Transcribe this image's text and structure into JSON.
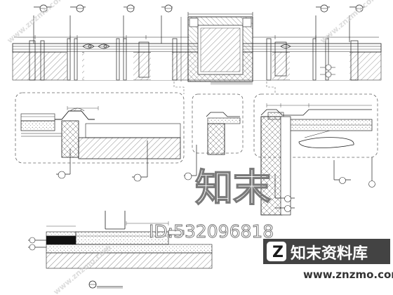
{
  "watermark": {
    "big_text": "知末",
    "id_text": "ID:532096818",
    "brand_text": "知末资料库",
    "url_text": "www.znzmo.com",
    "diag_text": "www.znzmo.com",
    "logo_letters": "Z"
  },
  "colors": {
    "line": "#222222",
    "hatch": "#555555",
    "dash": "#666666",
    "logo_bg": "#1a1a1a",
    "watermark_grey": "#7a7a7a"
  }
}
